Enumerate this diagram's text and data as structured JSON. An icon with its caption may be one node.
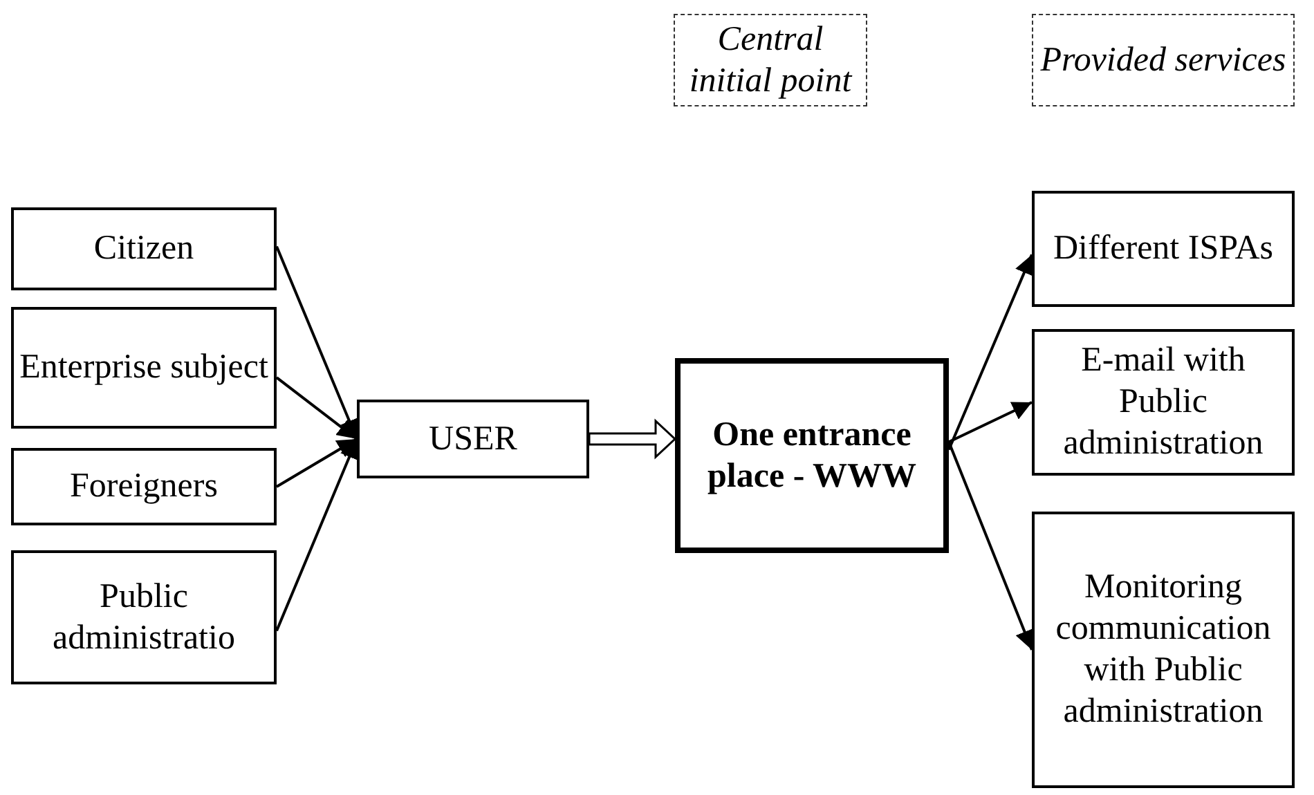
{
  "diagram": {
    "nodes": [
      {
        "text": [
          "Central initial point"
        ]
      },
      {
        "text": [
          "Provided services"
        ]
      },
      {
        "text": [
          "Citizen"
        ]
      },
      {
        "text": [
          "Enterprise subject"
        ]
      },
      {
        "text": [
          "Foreigners"
        ]
      },
      {
        "text": [
          "Public administratio"
        ]
      },
      {
        "text": [
          "USER"
        ]
      },
      {
        "text": [
          "One entrance place - WWW"
        ]
      },
      {
        "text": [
          "Different ISPAs"
        ]
      },
      {
        "text": [
          "E-mail with Public administration"
        ]
      },
      {
        "text": [
          "Monitoring communication with Public administration"
        ]
      }
    ],
    "edges": [
      {
        "from": 2,
        "to": 6,
        "arrow": "to"
      },
      {
        "from": 3,
        "to": 6,
        "arrow": "to"
      },
      {
        "from": 4,
        "to": 6,
        "arrow": "to"
      },
      {
        "from": 5,
        "to": 6,
        "arrow": "to"
      },
      {
        "from": 6,
        "to": 7,
        "arrow": "to",
        "style": "thick"
      },
      {
        "from": 7,
        "to": 8,
        "arrow": "to"
      },
      {
        "from": 7,
        "to": 9,
        "arrow": "to"
      },
      {
        "from": 7,
        "to": 10,
        "arrow": "to"
      }
    ]
  }
}
